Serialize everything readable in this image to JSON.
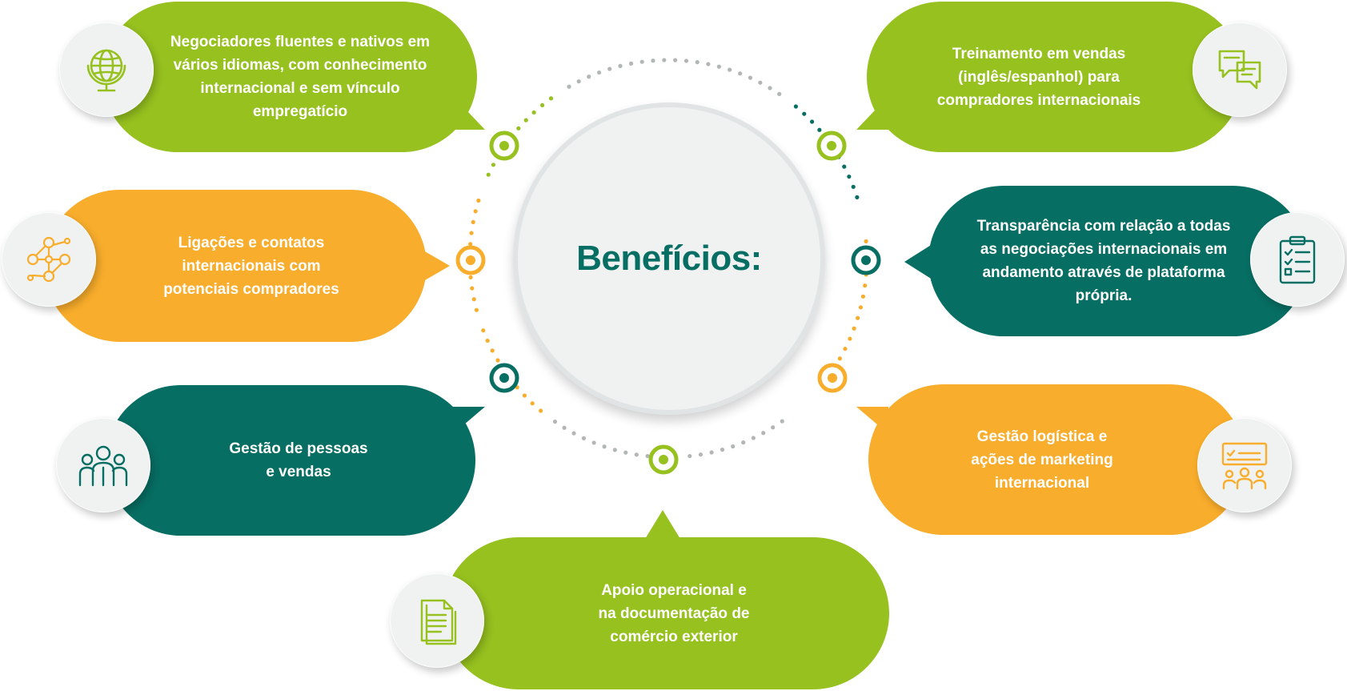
{
  "colors": {
    "lime": "#96c11f",
    "orange": "#f9ad2c",
    "teal": "#076e63",
    "icon_bg": "#f0f2f2",
    "dots_gray": "#b3b6b6"
  },
  "center": {
    "title": "Benefícios:"
  },
  "benefits": [
    {
      "lines": [
        "Negociadores fluentes e nativos em",
        "vários idiomas, com conhecimento",
        "internacional e sem vínculo",
        "empregatício"
      ],
      "color": "lime",
      "icon": "globe-icon"
    },
    {
      "lines": [
        "Ligações e contatos",
        "internacionais com",
        "potenciais compradores"
      ],
      "color": "orange",
      "icon": "network-people-icon"
    },
    {
      "lines": [
        "Gestão de pessoas",
        "e vendas"
      ],
      "color": "teal",
      "icon": "team-icon"
    },
    {
      "lines": [
        "Apoio operacional e",
        "na documentação de",
        "comércio exterior"
      ],
      "color": "lime",
      "icon": "documents-icon"
    },
    {
      "lines": [
        "Treinamento em vendas",
        "(inglês/espanhol) para",
        "compradores internacionais"
      ],
      "color": "lime",
      "icon": "chat-bubbles-icon"
    },
    {
      "lines": [
        "Transparência com relação a todas",
        "as negociações internacionais em",
        "andamento através de plataforma",
        "própria."
      ],
      "color": "teal",
      "icon": "clipboard-checklist-icon"
    },
    {
      "lines": [
        "Gestão logística e",
        "ações de marketing",
        "internacional"
      ],
      "color": "orange",
      "icon": "presentation-board-icon"
    }
  ]
}
